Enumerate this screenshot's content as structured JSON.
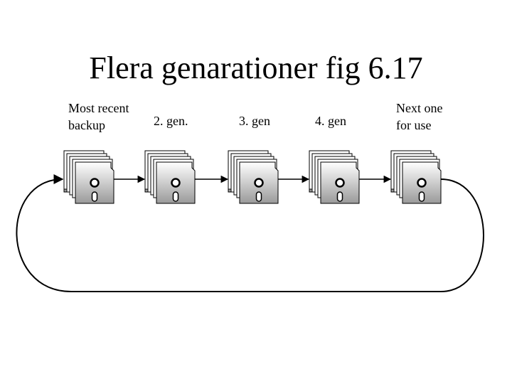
{
  "title": "Flera genarationer fig 6.17",
  "generations": [
    {
      "line1": "Most recent",
      "line2": "backup"
    },
    {
      "line1": "2. gen.",
      "line2": ""
    },
    {
      "line1": "3. gen",
      "line2": ""
    },
    {
      "line1": "4. gen",
      "line2": ""
    },
    {
      "line1": "Next one",
      "line2": "for use"
    }
  ],
  "icons": {
    "disk_stack": "floppy-disk-stack-icon",
    "arrow": "arrow-right-icon"
  },
  "colors": {
    "stroke": "#000000",
    "background": "#ffffff",
    "disk_gradient_light": "#ffffff",
    "disk_gradient_dark": "#9a9a9a"
  }
}
